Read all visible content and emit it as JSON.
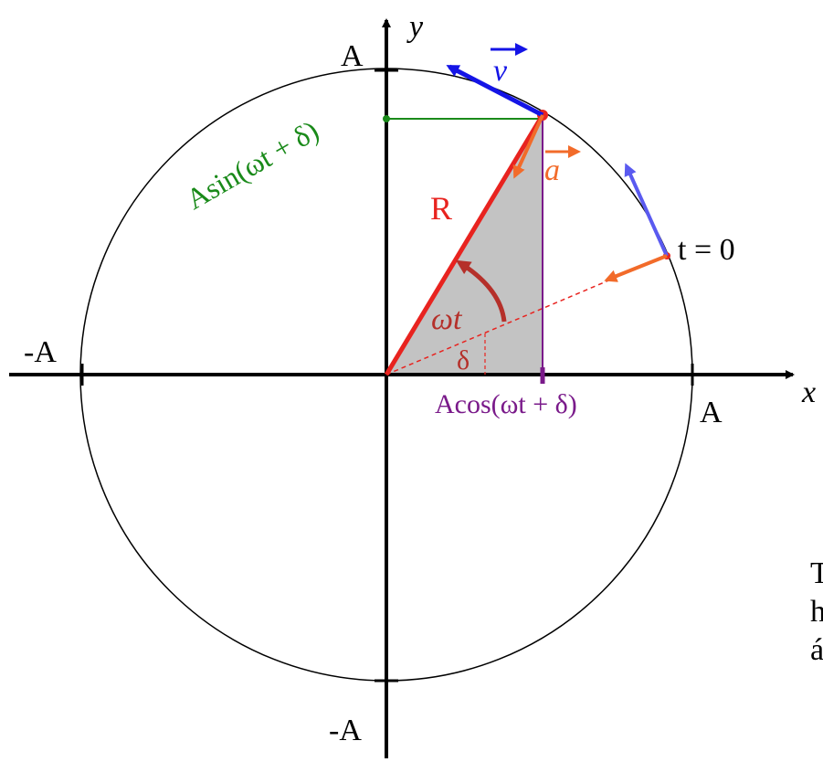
{
  "labels": {
    "y_axis": "y",
    "x_axis": "x",
    "top_A": "A",
    "bottom_A": "-A",
    "left_A": "-A",
    "right_A": "A",
    "radius": "R",
    "velocity": "v",
    "acceleration": "a",
    "omega_t": "ωt",
    "delta": "δ",
    "t_zero": "t = 0",
    "sin_projection": "Asin(ωt + δ)",
    "cos_projection": "Acos(ωt + δ)"
  },
  "side_text": [
    "T",
    "h",
    "á"
  ],
  "colors": {
    "radius": "#e8231f",
    "velocity": "#1414e6",
    "velocity_initial": "#5a5af0",
    "acceleration": "#f26b2a",
    "sin_line": "#1a8a1a",
    "cos_line": "#7a1a8a",
    "angle_arrow": "#b5302a",
    "triangle_fill": "#c3c3c3"
  }
}
